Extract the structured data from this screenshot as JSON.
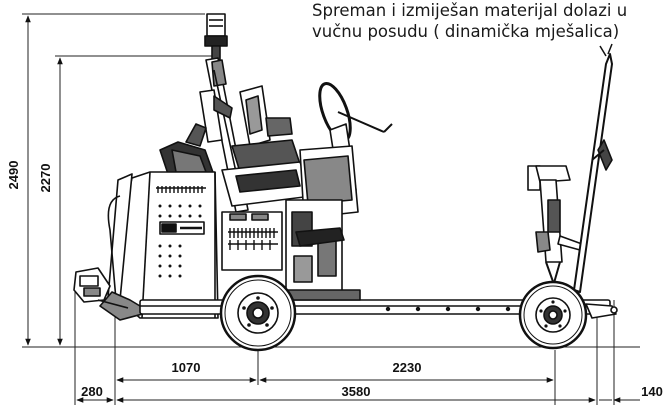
{
  "caption": {
    "line1": "Spreman i izmiješan materijal dolazi u",
    "line2": "vučnu posudu ( dinamička mješalica)"
  },
  "dimensions": {
    "total_height": "2490",
    "seat_height": "2270",
    "front_overhang": "1070",
    "wheelbase": "2230",
    "rear_overhang": "280",
    "total_length": "3580",
    "hitch_extension": "140"
  }
}
